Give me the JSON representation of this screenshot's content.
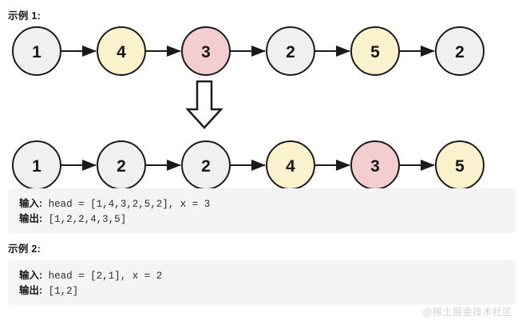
{
  "examples": [
    {
      "heading": "示例 1:",
      "input_label": "输入:",
      "input_value": " head = [1,4,3,2,5,2], x = 3",
      "output_label": "输出:",
      "output_value": " [1,2,2,4,3,5]"
    },
    {
      "heading": "示例 2:",
      "input_label": "输入:",
      "input_value": " head = [2,1], x = 2",
      "output_label": "输出:",
      "output_value": " [1,2]"
    }
  ],
  "diagram": {
    "before_list": [
      {
        "value": "1",
        "fill": "#f0f0f0"
      },
      {
        "value": "4",
        "fill": "#faf2cd"
      },
      {
        "value": "3",
        "fill": "#f4cdd1"
      },
      {
        "value": "2",
        "fill": "#f0f0f0"
      },
      {
        "value": "5",
        "fill": "#faf2cd"
      },
      {
        "value": "2",
        "fill": "#f0f0f0"
      }
    ],
    "after_list": [
      {
        "value": "1",
        "fill": "#f0f0f0"
      },
      {
        "value": "2",
        "fill": "#f0f0f0"
      },
      {
        "value": "2",
        "fill": "#f0f0f0"
      },
      {
        "value": "4",
        "fill": "#faf2cd"
      },
      {
        "value": "3",
        "fill": "#f4cdd1"
      },
      {
        "value": "5",
        "fill": "#faf2cd"
      }
    ],
    "transform_arrow": "down-block-arrow",
    "node_stroke": "#1a1a1a",
    "link_color": "#1a1a1a"
  },
  "watermark": {
    "text": "@稀土掘金技术社区",
    "color": "#d2d2d2"
  }
}
